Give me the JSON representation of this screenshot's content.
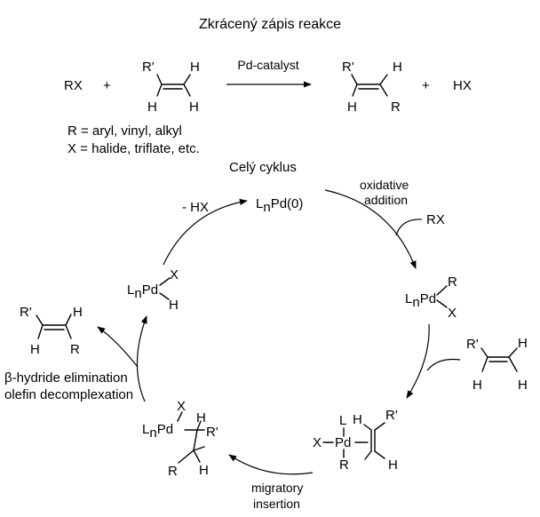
{
  "title": "Zkrácený zápis reakce",
  "overall": {
    "reactant1": "RX",
    "plus1": "+",
    "arrow_label": "Pd-catalyst",
    "plus2": "+",
    "byproduct": "HX",
    "alkene": {
      "r_prime": "R'",
      "h_top_right": "H",
      "h_bottom_left": "H",
      "h_bottom_right": "H"
    },
    "product": {
      "r_prime": "R'",
      "h_top_right": "H",
      "h_bottom_left": "H",
      "r_bottom_right": "R"
    }
  },
  "definitions": {
    "line1": "R = aryl, vinyl, alkyl",
    "line2": "X = halide, triflate, etc."
  },
  "cycle_title": "Celý cyklus",
  "cycle": {
    "pd0": {
      "l": "L",
      "n": "n",
      "pd": "Pd(0)"
    },
    "oxidative_addition_1": "oxidative",
    "oxidative_addition_2": "addition",
    "rx_in": "RX",
    "minus_hx": "- HX",
    "oa_complex": {
      "l": "L",
      "n": "n",
      "pd": "Pd",
      "r": "R",
      "x": "X"
    },
    "alkene_in": {
      "r_prime": "R'",
      "h1": "H",
      "h2": "H",
      "h3": "H"
    },
    "pi_complex": {
      "l": "L",
      "x": "X",
      "pd": "Pd",
      "r": "R",
      "h1": "H",
      "r_prime": "R'",
      "h2": "H"
    },
    "migratory_1": "migratory",
    "migratory_2": "insertion",
    "alkyl_complex": {
      "l": "L",
      "n": "n",
      "pd": "Pd",
      "x": "X",
      "h1": "H",
      "r_prime": "R'",
      "r": "R",
      "h2": "H"
    },
    "elimination_1": "β-hydride elimination",
    "elimination_2": "olefin decomplexation",
    "product_out": {
      "r_prime": "R'",
      "h_top": "H",
      "h_bottom": "H",
      "r": "R"
    },
    "hydride": {
      "l": "L",
      "n": "n",
      "pd": "Pd",
      "x": "X",
      "h": "H"
    }
  }
}
